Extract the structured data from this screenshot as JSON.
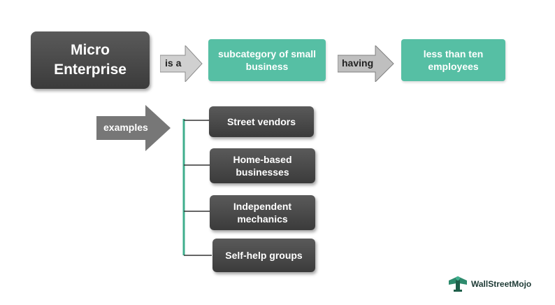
{
  "main_term": "Micro Enterprise",
  "connector_1": "is a",
  "definition": "subcategory of small business",
  "connector_2": "having",
  "criterion": "less than ten employees",
  "examples_label": "examples",
  "examples": [
    "Street vendors",
    "Home-based businesses",
    "Independent mechanics",
    "Self-help groups"
  ],
  "brand": "WallStreetMojo",
  "colors": {
    "teal": "#56bfa4",
    "dark": "#444444",
    "gray_arrow": "#bfbfbf",
    "dark_arrow": "#7a7a7a"
  }
}
